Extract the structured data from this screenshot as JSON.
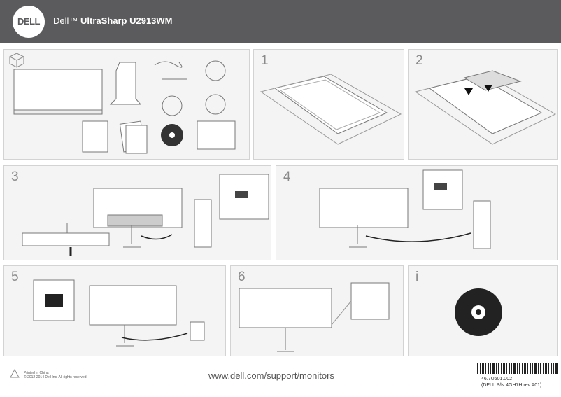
{
  "header": {
    "logo": "DELL",
    "brand": "Dell™",
    "model": "UltraSharp U2913WM"
  },
  "steps": {
    "s1": "1",
    "s2": "2",
    "s3": "3",
    "s4": "4",
    "s5": "5",
    "s6": "6",
    "info": "i"
  },
  "icons": {
    "box": "box-icon",
    "recycle": "recycle-icon"
  },
  "footer": {
    "printed": "Printed in China",
    "copyright": "© 2012-2014 Dell Inc. All rights reserved.",
    "url": "www.dell.com/support/monitors",
    "part_number": "46.7U601.002",
    "dell_pn": "(DELL P/N:4GH7H rev.A01)"
  },
  "colors": {
    "header": "#5b5b5d",
    "panel": "#f4f4f4"
  }
}
